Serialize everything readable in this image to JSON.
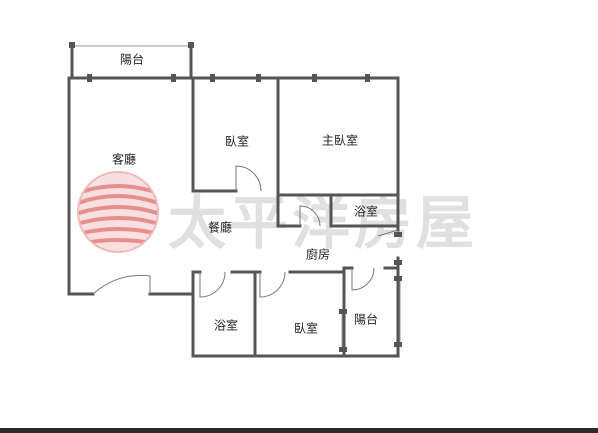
{
  "plan": {
    "wall_color": "#555555",
    "door_color": "#777777",
    "rooms": {
      "balcony_top": "陽台",
      "living_room": "客廳",
      "bedroom_upper": "臥室",
      "master_bedroom": "主臥室",
      "bathroom_upper": "浴室",
      "dining_room": "餐廳",
      "kitchen": "廚房",
      "bathroom_lower": "浴室",
      "bedroom_lower": "臥室",
      "balcony_right": "陽台"
    }
  },
  "watermark": {
    "text": "太平洋房屋",
    "logo": "pacific-logo-icon",
    "color": "#e06a6a"
  },
  "footer": {
    "bar_color": "#2b2b2b"
  }
}
